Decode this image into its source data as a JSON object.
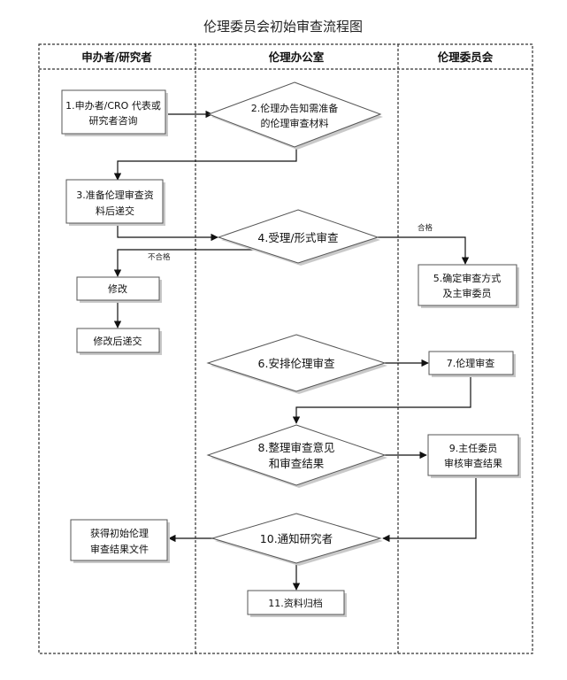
{
  "title": "伦理委员会初始审查流程图",
  "lanes": [
    "申办者/研究者",
    "伦理办公室",
    "伦理委员会"
  ],
  "nodes": {
    "n1": [
      "1.申办者/CRO 代表或",
      "研究者咨询"
    ],
    "n2": [
      "2.伦理办告知需准备",
      "的伦理审查材料"
    ],
    "n3": [
      "3.准备伦理审查资",
      "料后递交"
    ],
    "n4": [
      "4.受理/形式审查"
    ],
    "n5": [
      "5.确定审查方式",
      "及主审委员"
    ],
    "n6": [
      "6.安排伦理审查"
    ],
    "n7": [
      "7.伦理审查"
    ],
    "n8": [
      "8.整理审查意见",
      "和审查结果"
    ],
    "n9": [
      "9.主任委员",
      "审核审查结果"
    ],
    "n10": [
      "10.通知研究者"
    ],
    "n11": [
      "11.资料归档"
    ],
    "m1": [
      "修改"
    ],
    "m2": [
      "修改后递交"
    ],
    "r1": [
      "获得初始伦理",
      "审查结果文件"
    ]
  },
  "edge_labels": {
    "pass": "合格",
    "fail": "不合格"
  }
}
